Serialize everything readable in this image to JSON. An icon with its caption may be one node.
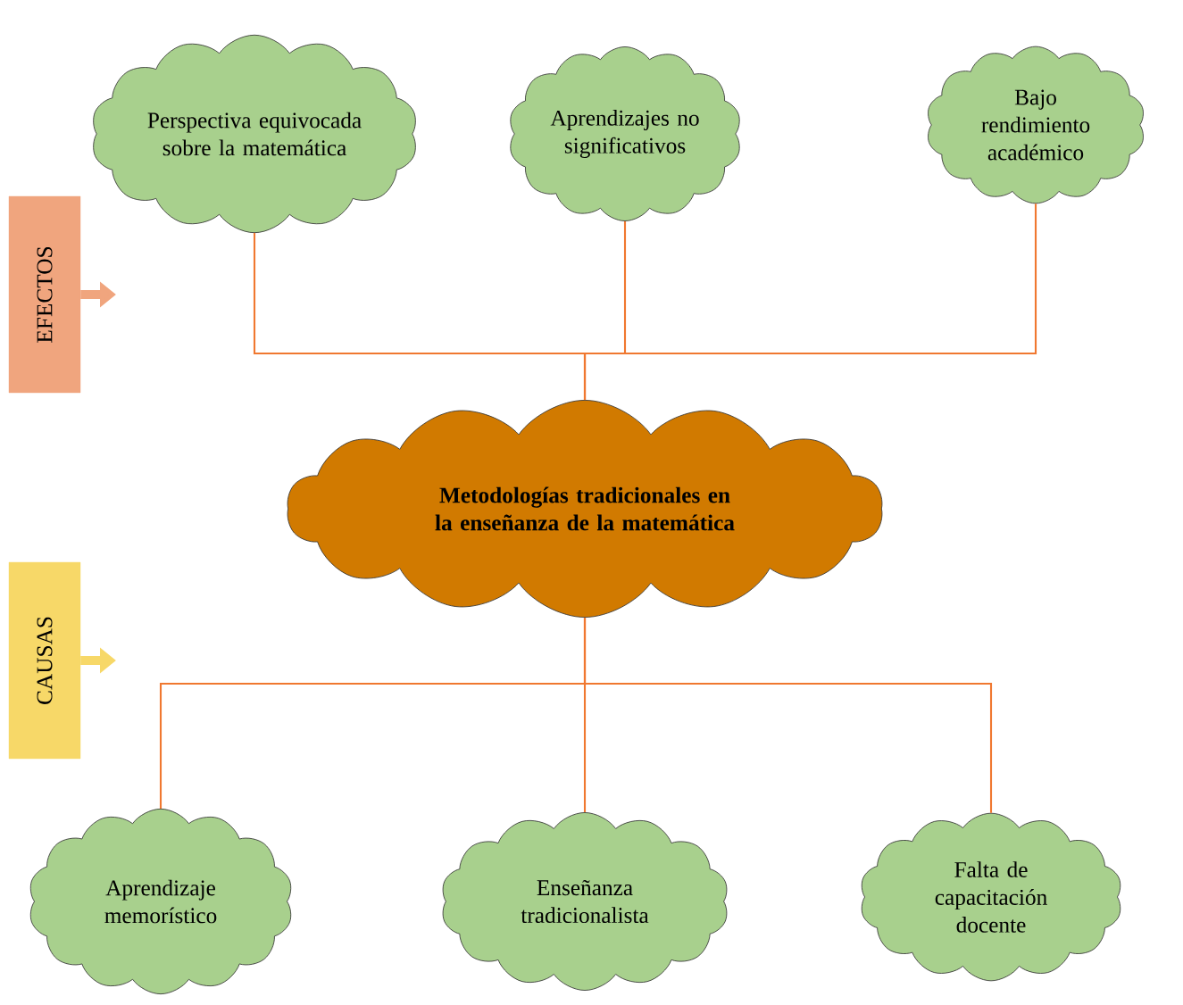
{
  "diagram": {
    "nodes": [
      {
        "text": [
          "Perspectiva equivocada sobre la matemática"
        ]
      },
      {
        "text": [
          "Aprendizajes no significativos"
        ]
      },
      {
        "text": [
          "Bajo rendimiento académico"
        ]
      },
      {
        "text": [
          "Metodologías tradicionales en la enseñanza de la matemática"
        ]
      },
      {
        "text": [
          "Aprendizaje memorístico"
        ]
      },
      {
        "text": [
          "Enseñanza tradicionalista"
        ]
      },
      {
        "text": [
          "Falta de capacitación docente"
        ]
      },
      {
        "text": [
          "EFECTOS"
        ]
      },
      {
        "text": [
          "CAUSAS"
        ]
      }
    ],
    "edges": [
      {
        "from": 0,
        "to": 3,
        "arrow": "none"
      },
      {
        "from": 1,
        "to": 3,
        "arrow": "none"
      },
      {
        "from": 2,
        "to": 3,
        "arrow": "none"
      },
      {
        "from": 3,
        "to": 4,
        "arrow": "none"
      },
      {
        "from": 3,
        "to": 5,
        "arrow": "none"
      },
      {
        "from": 3,
        "to": 6,
        "arrow": "none"
      },
      {
        "from": 7,
        "to": null,
        "arrow": "to",
        "style": "thick",
        "color": "#f0a57e"
      },
      {
        "from": 8,
        "to": null,
        "arrow": "to",
        "style": "thick",
        "color": "#f7d868"
      }
    ]
  }
}
